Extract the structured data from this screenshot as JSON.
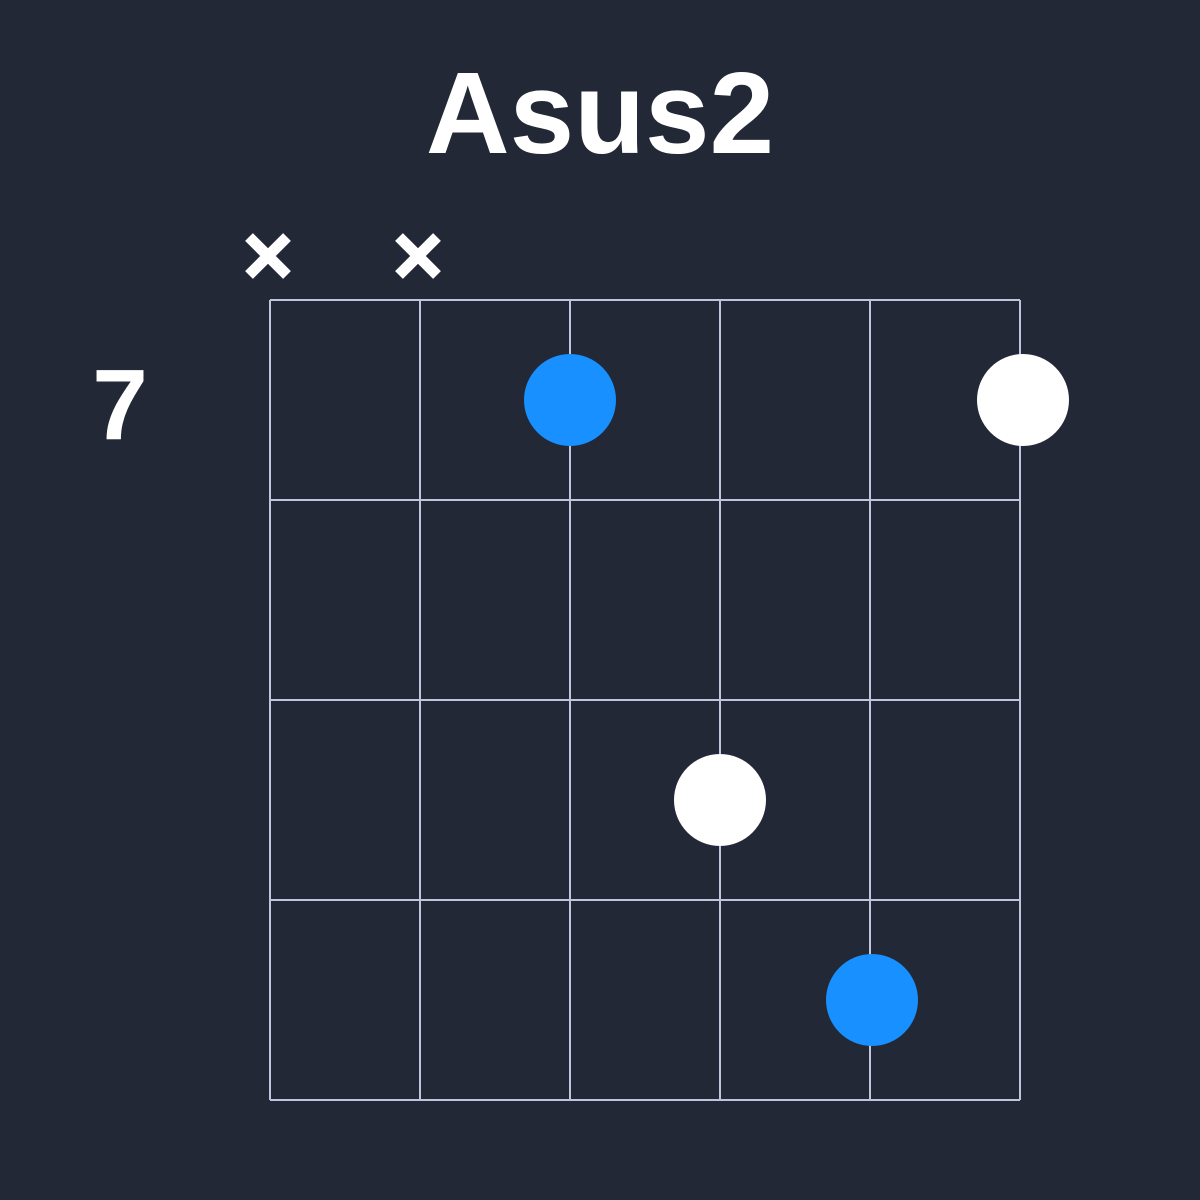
{
  "chord": {
    "name": "Asus2",
    "start_fret": "7",
    "strings": 6,
    "frets_shown": 4,
    "muted_strings": [
      1,
      2
    ],
    "dots": [
      {
        "string": 3,
        "fret": 1,
        "color": "#1890ff"
      },
      {
        "string": 6,
        "fret": 1,
        "color": "#ffffff"
      },
      {
        "string": 4,
        "fret": 3,
        "color": "#ffffff"
      },
      {
        "string": 5,
        "fret": 4,
        "color": "#1890ff"
      }
    ]
  },
  "colors": {
    "background": "#232836",
    "grid": "#c0c4dc",
    "text": "#ffffff",
    "accent": "#1890ff"
  }
}
